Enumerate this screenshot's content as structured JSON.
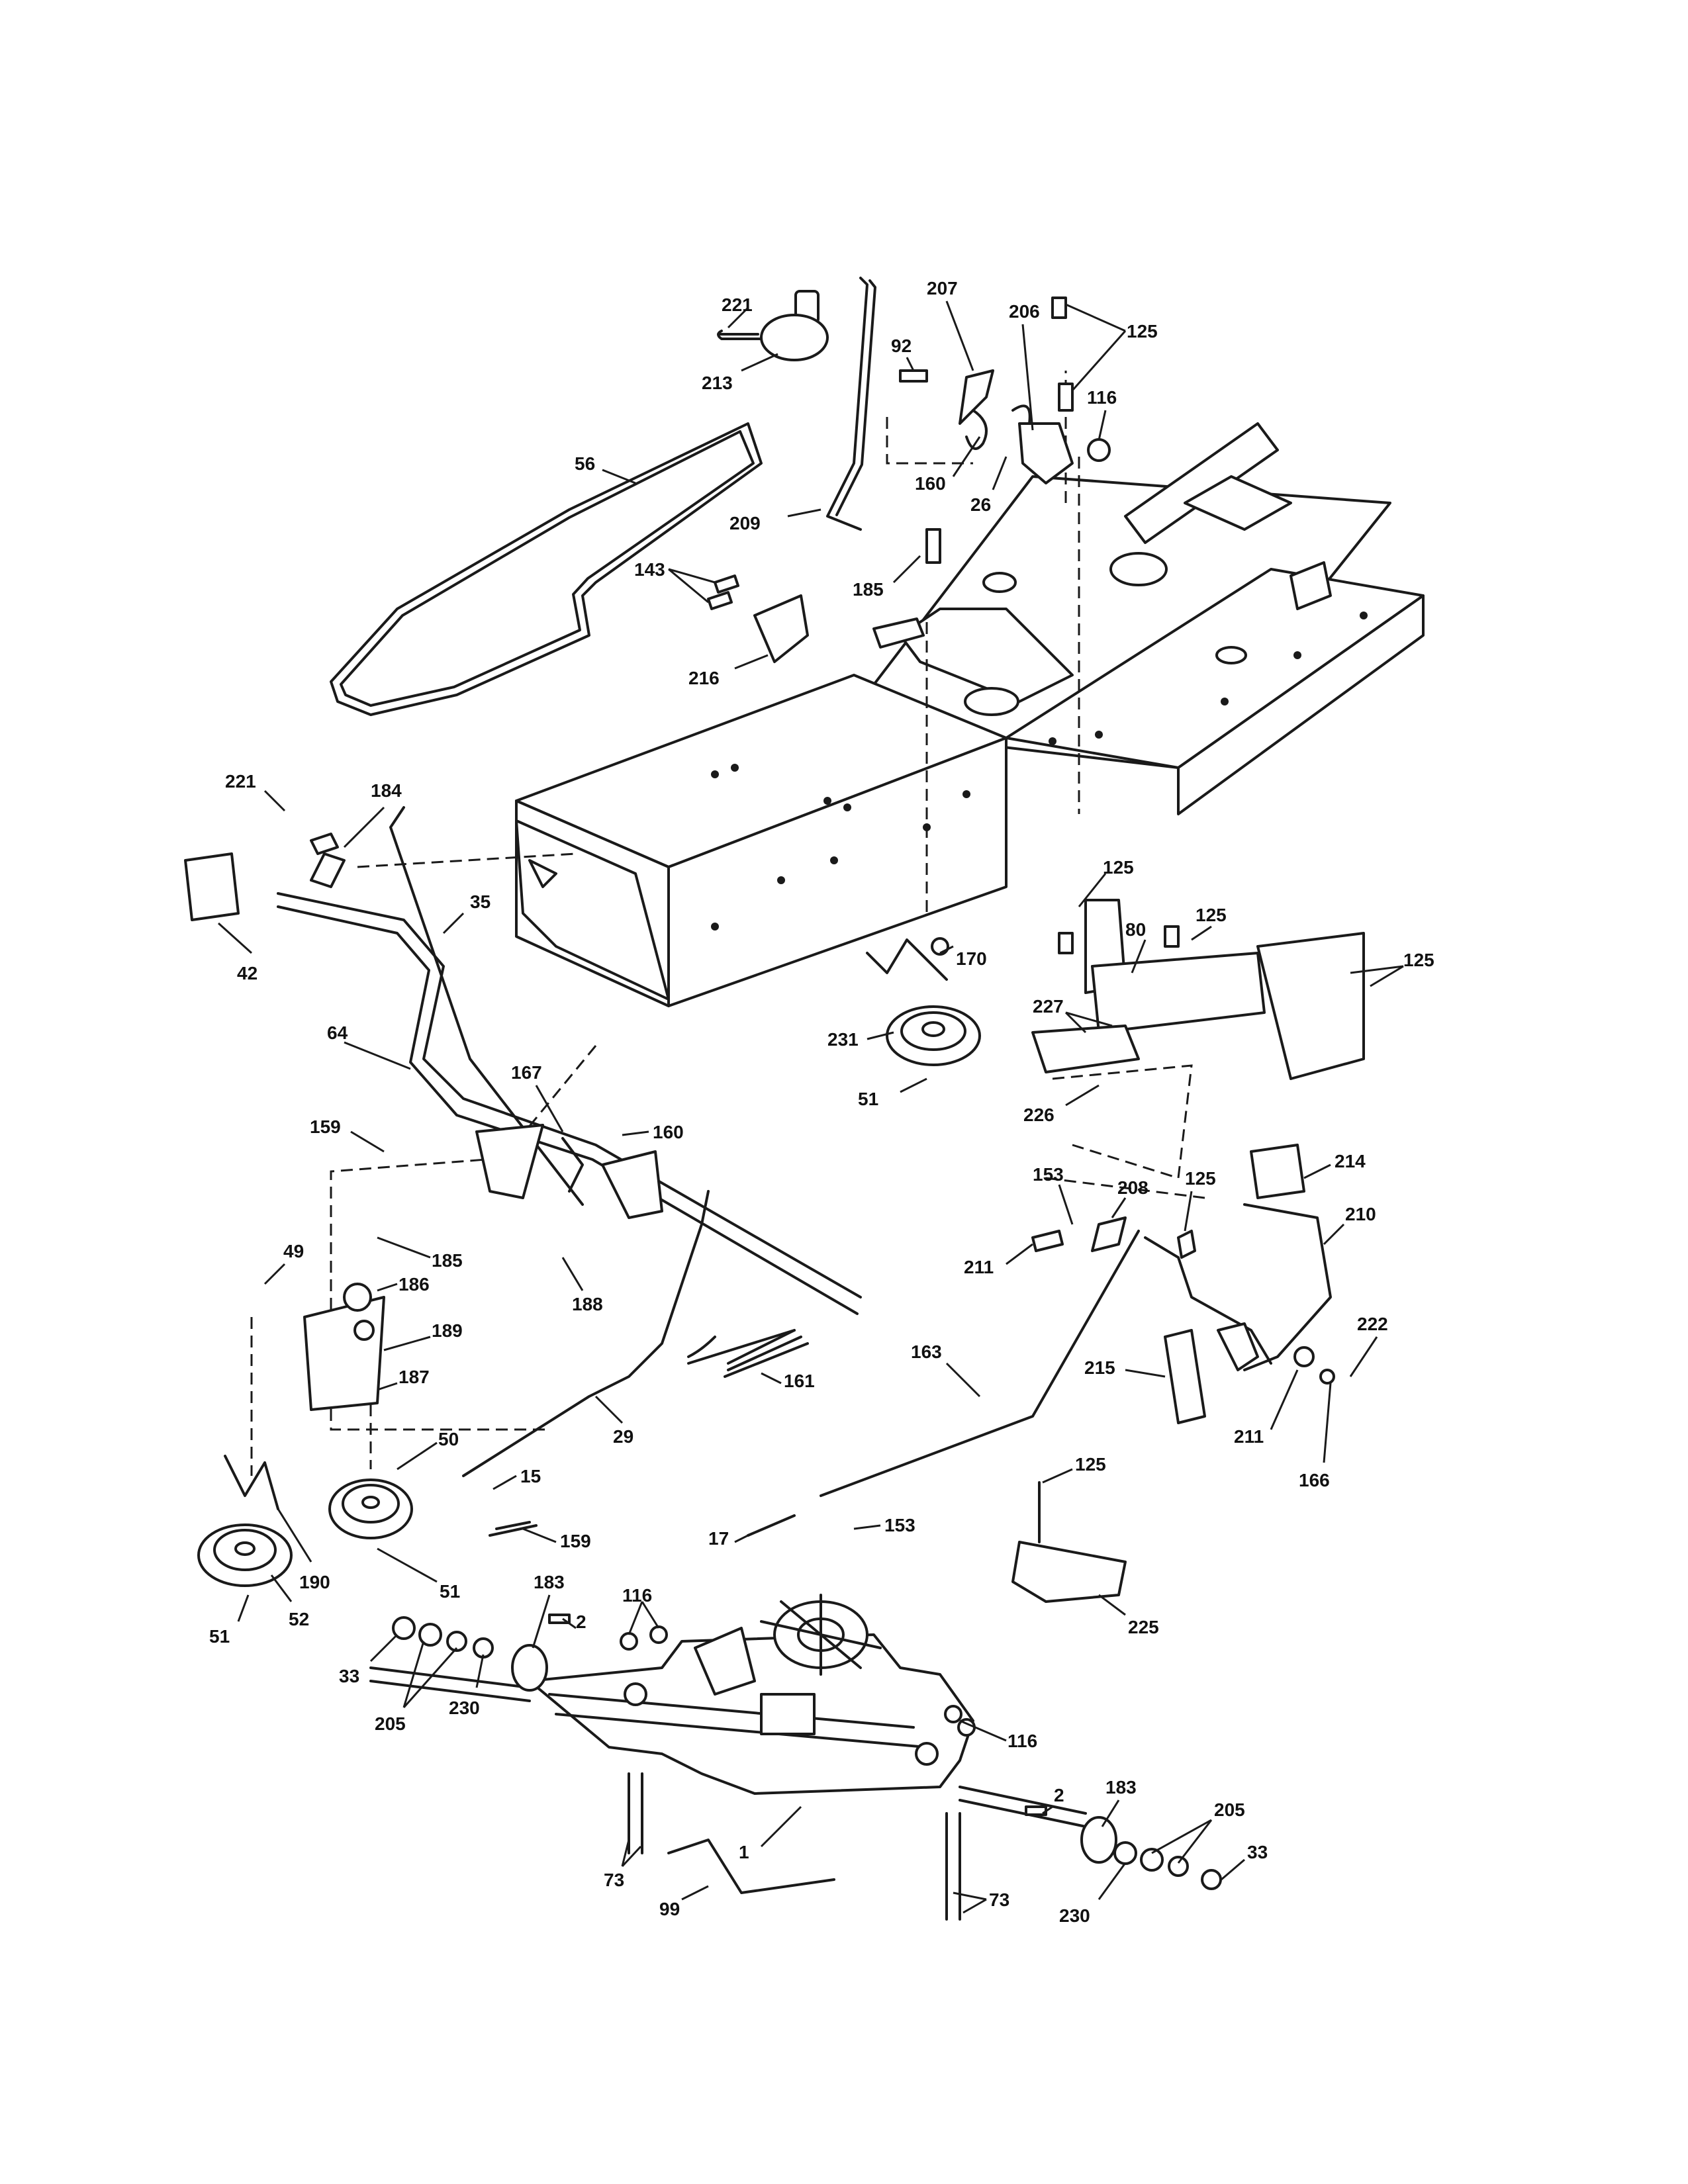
{
  "diagram": {
    "callouts": {
      "c221a": "221",
      "c213": "213",
      "c207": "207",
      "c206": "206",
      "c92": "92",
      "c125a": "125",
      "c116a": "116",
      "c56": "56",
      "c160a": "160",
      "c26": "26",
      "c209": "209",
      "c143": "143",
      "c185a": "185",
      "c216": "216",
      "c221b": "221",
      "c184": "184",
      "c35": "35",
      "c42": "42",
      "c64": "64",
      "c125b": "125",
      "c125c": "125",
      "c80": "80",
      "c125d": "125",
      "c170": "170",
      "c227": "227",
      "c231": "231",
      "c51a": "51",
      "c226": "226",
      "c167": "167",
      "c160b": "160",
      "c159a": "159",
      "c214": "214",
      "c153a": "153",
      "c208": "208",
      "c125e": "125",
      "c210": "210",
      "c211a": "211",
      "c185b": "185",
      "c188": "188",
      "c49": "49",
      "c186": "186",
      "c189": "189",
      "c187": "187",
      "c222": "222",
      "c163": "163",
      "c161": "161",
      "c215": "215",
      "c211b": "211",
      "c166": "166",
      "c29": "29",
      "c50": "50",
      "c15": "15",
      "c125f": "125",
      "c159b": "159",
      "c17": "17",
      "c153b": "153",
      "c190": "190",
      "c51b": "51",
      "c52": "52",
      "c51c": "51",
      "c183a": "183",
      "c116b": "116",
      "c225": "225",
      "c2a": "2",
      "c33a": "33",
      "c205a": "205",
      "c230a": "230",
      "c116c": "116",
      "c2b": "2",
      "c183b": "183",
      "c205b": "205",
      "c73a": "73",
      "c1": "1",
      "c33b": "33",
      "c99": "99",
      "c230b": "230",
      "c73b": "73"
    }
  }
}
